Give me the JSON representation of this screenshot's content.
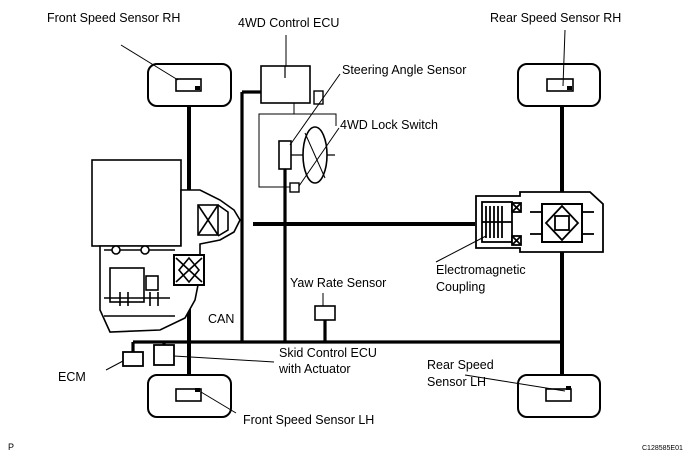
{
  "labels": {
    "front_speed_sensor_rh": "Front Speed Sensor RH",
    "fourwd_control_ecu": "4WD Control ECU",
    "rear_speed_sensor_rh": "Rear Speed Sensor RH",
    "steering_angle_sensor": "Steering Angle Sensor",
    "fourwd_lock_switch": "4WD Lock Switch",
    "electromagnetic_line1": "Electromagnetic",
    "electromagnetic_line2": "Coupling",
    "yaw_rate_sensor": "Yaw Rate Sensor",
    "can": "CAN",
    "skid_control_line1": "Skid Control ECU",
    "skid_control_line2": "with Actuator",
    "ecm": "ECM",
    "rear_speed_line1": "Rear Speed",
    "rear_speed_line2": "Sensor LH",
    "front_speed_sensor_lh": "Front Speed Sensor LH"
  },
  "footer": {
    "page_marker": "P",
    "figure_code": "C128585E01"
  },
  "colors": {
    "line": "#000000",
    "background": "#ffffff"
  }
}
